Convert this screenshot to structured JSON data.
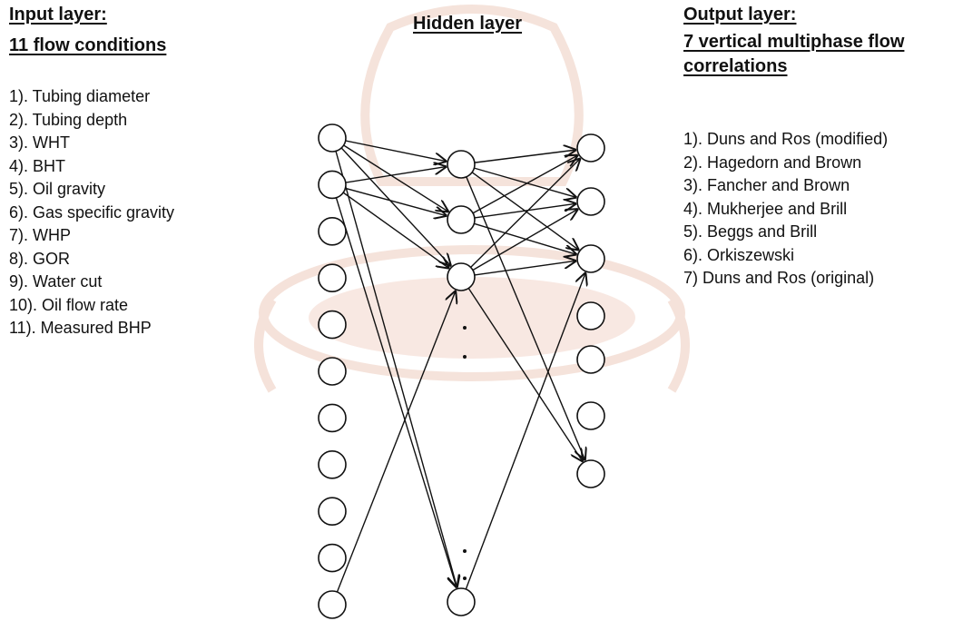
{
  "input_layer": {
    "title": "Input layer:",
    "subtitle": "11 flow conditions",
    "items": [
      "1).  Tubing diameter",
      "2).  Tubing depth",
      "3).   WHT",
      "4).   BHT",
      "5).   Oil gravity",
      "6).   Gas specific gravity",
      "7).   WHP",
      "8).   GOR",
      "9).   Water cut",
      "10). Oil flow rate",
      "11). Measured BHP"
    ]
  },
  "hidden_layer": {
    "title": "Hidden layer",
    "ellipsis": ":"
  },
  "output_layer": {
    "title": "Output layer:",
    "subtitle_line1": "7 vertical multiphase flow",
    "subtitle_line2": "correlations",
    "items": [
      "1). Duns and Ros (modified)",
      "2). Hagedorn and Brown",
      "3). Fancher and Brown",
      "4). Mukherjee and Brill",
      "5). Beggs and Brill",
      "6). Orkiszewski",
      "7) Duns and Ros (original)"
    ]
  },
  "network": {
    "input_nodes": 11,
    "hidden_nodes_shown": 4,
    "output_nodes": 7,
    "connections": [
      {
        "from": "input-1",
        "to": "hidden-1"
      },
      {
        "from": "input-1",
        "to": "hidden-2"
      },
      {
        "from": "input-1",
        "to": "hidden-3"
      },
      {
        "from": "input-1",
        "to": "hidden-4"
      },
      {
        "from": "input-2",
        "to": "hidden-1"
      },
      {
        "from": "input-2",
        "to": "hidden-2"
      },
      {
        "from": "input-2",
        "to": "hidden-3"
      },
      {
        "from": "input-2",
        "to": "hidden-4"
      },
      {
        "from": "input-11",
        "to": "hidden-3"
      },
      {
        "from": "hidden-1",
        "to": "output-1"
      },
      {
        "from": "hidden-1",
        "to": "output-2"
      },
      {
        "from": "hidden-1",
        "to": "output-3"
      },
      {
        "from": "hidden-1",
        "to": "output-7"
      },
      {
        "from": "hidden-2",
        "to": "output-1"
      },
      {
        "from": "hidden-2",
        "to": "output-2"
      },
      {
        "from": "hidden-2",
        "to": "output-3"
      },
      {
        "from": "hidden-3",
        "to": "output-1"
      },
      {
        "from": "hidden-3",
        "to": "output-2"
      },
      {
        "from": "hidden-3",
        "to": "output-3"
      },
      {
        "from": "hidden-3",
        "to": "output-7"
      },
      {
        "from": "hidden-4",
        "to": "output-3"
      }
    ]
  },
  "colors": {
    "ink": "#111111",
    "watermark": "#f4d9cf"
  }
}
